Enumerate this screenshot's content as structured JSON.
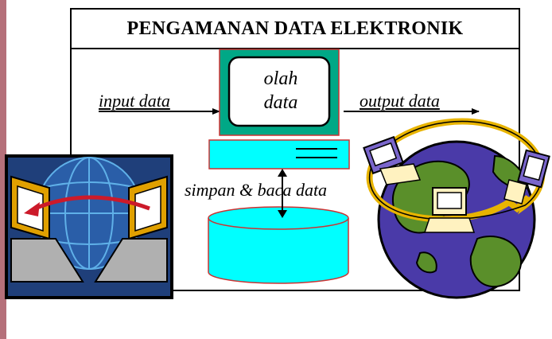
{
  "title": "PENGAMANAN DATA ELEKTRONIK",
  "labels": {
    "input": "input data",
    "process_line1": "olah",
    "process_line2": "data",
    "output": "output data",
    "storage": "simpan & baca data"
  },
  "icons": {
    "left_clipart": "network-transfer-icon",
    "right_clipart": "globe-network-icon",
    "monitor": "monitor-icon",
    "cpu": "computer-unit-icon",
    "storage": "database-cylinder-icon"
  },
  "colors": {
    "accent_strip": "#b5707a",
    "monitor_frame": "#00a886",
    "cyan_fill": "#00ffff",
    "outline_red": "#cc3333",
    "globe_ocean": "#4a3aa8",
    "globe_land": "#5a8f2a"
  }
}
